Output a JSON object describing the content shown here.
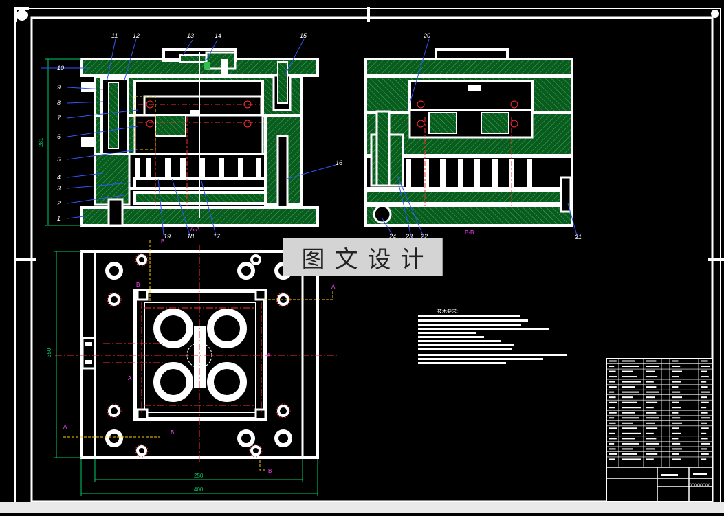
{
  "colors": {
    "background": "#000000",
    "outline": "#ffffff",
    "hatch_fill": "#0b5a1f",
    "leader": "#3355ff",
    "center_line": "#ff2d2d",
    "section_marker": "#ff44ff",
    "dimension": "#00cc66",
    "yellow_accent": "#ffcc00",
    "watermark_bg": "#d4d4d4",
    "strip": "#e9e9e9"
  },
  "front_view": {
    "part_numbers_left": [
      "10",
      "9",
      "8",
      "7",
      "6",
      "5",
      "4",
      "3",
      "2",
      "1"
    ],
    "part_numbers_top": [
      "11",
      "12",
      "13",
      "14",
      "15"
    ],
    "part_numbers_right": [
      "16"
    ],
    "part_numbers_bottom": [
      "19",
      "18",
      "17"
    ],
    "section_label": "A-A",
    "height_dimension": "281"
  },
  "side_view": {
    "part_numbers_top": [
      "20"
    ],
    "part_numbers_right": [
      "21"
    ],
    "part_numbers_bottom": [
      "24",
      "23",
      "22"
    ],
    "section_label": "B-B"
  },
  "plan_view": {
    "section_markers": [
      "A",
      "B"
    ],
    "dimensions": [
      "350",
      "250",
      "400"
    ]
  },
  "notes": {
    "heading": "技术要求:"
  },
  "watermark": {
    "text": "图文设计"
  },
  "title_block": {
    "drawing_number": "XXXXXXX"
  }
}
